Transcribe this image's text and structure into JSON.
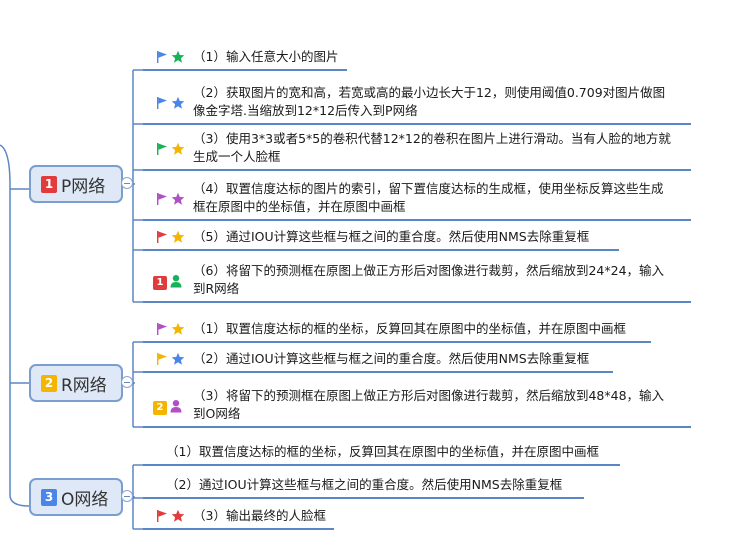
{
  "colors": {
    "line": "#5b86c5",
    "node_fill": "#dfe8f6",
    "node_border": "#7b9dd0",
    "red": "#e23b3b",
    "orange": "#f5b400",
    "green": "#19b25a",
    "blue": "#4a86e8",
    "purple": "#b04fc6"
  },
  "nodes": [
    {
      "number": "1",
      "number_color": "#e23b3b",
      "label": "P网络",
      "items": [
        {
          "flag": "blue",
          "star": "green",
          "lines": [
            "（1）输入任意大小的图片"
          ]
        },
        {
          "flag": "blue",
          "star": "blue",
          "lines": [
            "（2）获取图片的宽和高，若宽或高的最小边长大于12，则使用阈值0.709对图片做图",
            "像金字塔.当缩放到12*12后传入到P网络"
          ]
        },
        {
          "flag": "green",
          "star": "orange",
          "lines": [
            "（3）使用3*3或者5*5的卷积代替12*12的卷积在图片上进行滑动。当有人脸的地方就",
            "生成一个人脸框"
          ]
        },
        {
          "flag": "purple",
          "star": "purple",
          "lines": [
            "（4）取置信度达标的图片的索引，留下置信度达标的生成框，使用坐标反算这些生成",
            "框在原图中的坐标值，并在原图中画框"
          ]
        },
        {
          "flag": "red",
          "star": "orange",
          "lines": [
            "（5）通过IOU计算这些框与框之间的重合度。然后使用NMS去除重复框"
          ]
        },
        {
          "badge": "1",
          "badge_color": "#e23b3b",
          "person": "green",
          "lines": [
            "（6）将留下的预测框在原图上做正方形后对图像进行裁剪，然后缩放到24*24，输入",
            "到R网络"
          ]
        }
      ]
    },
    {
      "number": "2",
      "number_color": "#f5b400",
      "label": "R网络",
      "items": [
        {
          "flag": "purple",
          "star": "orange",
          "lines": [
            "（1）取置信度达标的框的坐标，反算回其在原图中的坐标值，并在原图中画框"
          ]
        },
        {
          "flag": "orange",
          "star": "blue",
          "lines": [
            "（2）通过IOU计算这些框与框之间的重合度。然后使用NMS去除重复框"
          ]
        },
        {
          "badge": "2",
          "badge_color": "#f5b400",
          "person": "purple",
          "lines": [
            "（3）将留下的预测框在原图上做正方形后对图像进行裁剪，然后缩放到48*48，输入",
            "到O网络"
          ]
        }
      ]
    },
    {
      "number": "3",
      "number_color": "#4a86e8",
      "label": "O网络",
      "items": [
        {
          "lines": [
            "（1）取置信度达标的框的坐标，反算回其在原图中的坐标值，并在原图中画框"
          ]
        },
        {
          "lines": [
            "（2）通过IOU计算这些框与框之间的重合度。然后使用NMS去除重复框"
          ]
        },
        {
          "flag": "red",
          "star": "red",
          "lines": [
            "（3）输出最终的人脸框"
          ]
        }
      ]
    }
  ]
}
